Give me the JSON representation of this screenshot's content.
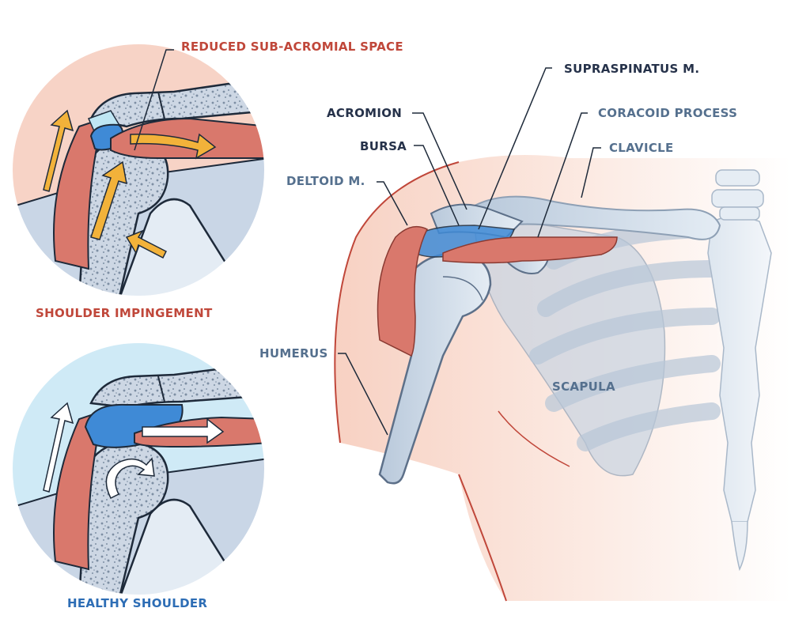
{
  "labels": {
    "reduced_space": "REDUCED SUB-ACROMIAL SPACE",
    "supraspinatus": "SUPRASPINATUS M.",
    "acromion": "ACROMION",
    "coracoid": "CORACOID PROCESS",
    "bursa": "BURSA",
    "clavicle": "CLAVICLE",
    "deltoid": "DELTOID M.",
    "humerus": "HUMERUS",
    "scapula": "SCAPULA",
    "impingement": "SHOULDER IMPINGEMENT",
    "healthy": "HEALTHY SHOULDER"
  },
  "colors": {
    "muscle": "#d9786c",
    "bone": "#cfdbe8",
    "bone_outline": "#1e2a3a",
    "bursa": "#3f8ad6",
    "impingement_bg": "#f7d3c6",
    "healthy_bg": "#cfeaf6",
    "impingement_arrow": "#f2b23a",
    "healthy_arrow": "#ffffff"
  }
}
